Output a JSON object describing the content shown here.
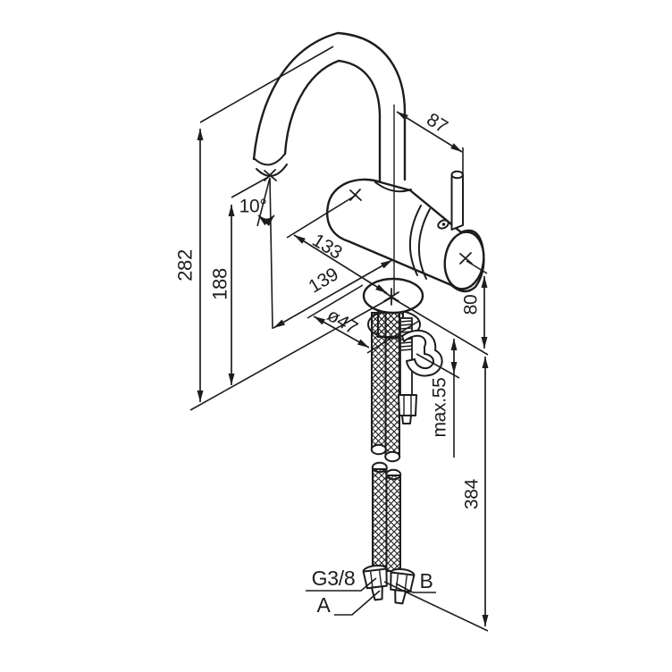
{
  "diagram": {
    "type": "technical-installation-drawing",
    "subject": "single-lever kitchen mixer faucet with high-arc swivel spout, mounting shank, clamp nut and flexible supply hoses",
    "units": "mm",
    "colors": {
      "line": "#1d1d1b",
      "background": "#ffffff"
    },
    "dims": {
      "spout_height": "282",
      "outlet_height": "188",
      "outlet_angle": "10°",
      "spout_to_handle_offset": "87",
      "reach_to_pipe": "133",
      "reach_to_outlet": "139",
      "base_diameter": "ø47",
      "body_height": "80",
      "max_deck_thickness": "max.55",
      "hose_length": "384",
      "hose_thread": "G3/8",
      "hose_label_a": "A",
      "hose_label_b": "B"
    }
  }
}
